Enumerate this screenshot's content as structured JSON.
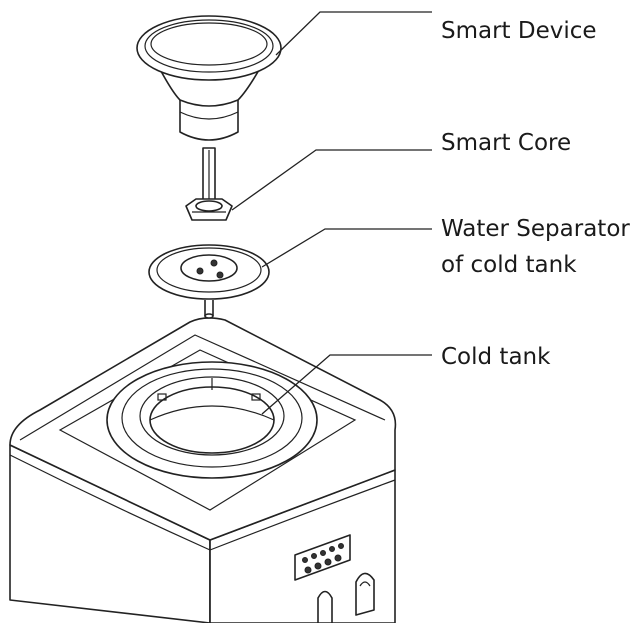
{
  "labels": {
    "smart_device": "Smart Device",
    "smart_core": "Smart Core",
    "water_separator_line1": "Water Separator",
    "water_separator_line2": "of cold tank",
    "cold_tank": "Cold tank"
  }
}
